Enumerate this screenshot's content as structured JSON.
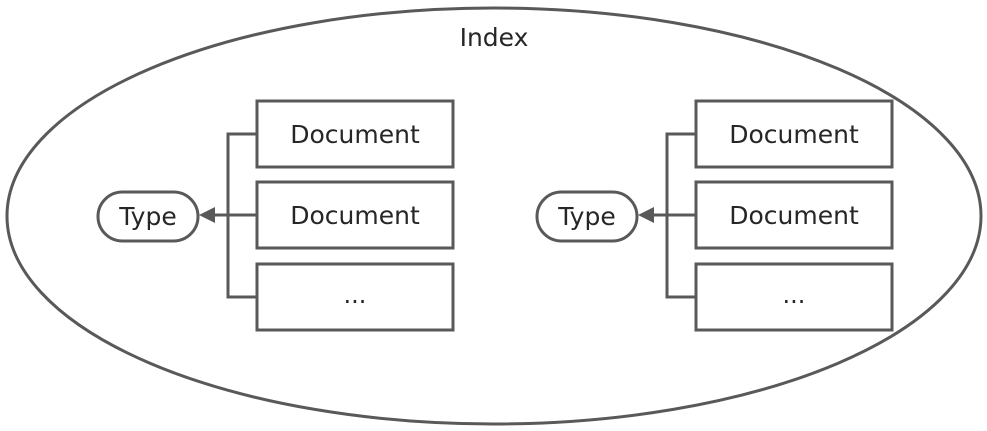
{
  "index": {
    "label": "Index"
  },
  "groups": [
    {
      "type_label": "Type",
      "documents": [
        "Document",
        "Document",
        "..."
      ]
    },
    {
      "type_label": "Type",
      "documents": [
        "Document",
        "Document",
        "..."
      ]
    }
  ],
  "colors": {
    "stroke": "#595959",
    "text": "#262626",
    "background": "#ffffff"
  }
}
